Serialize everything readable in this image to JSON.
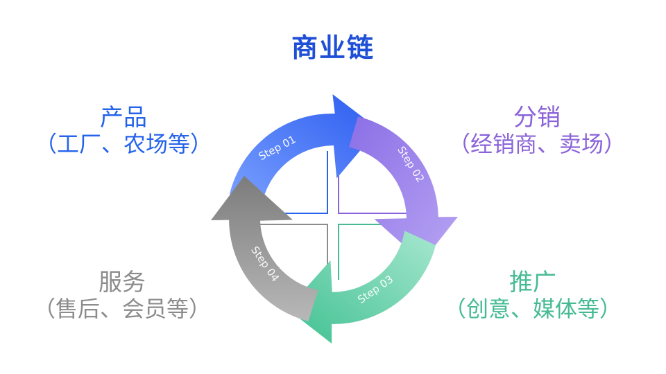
{
  "title": "商业链",
  "quadrants": {
    "top_left": {
      "line1": "产品",
      "line2": "（工厂、农场等）"
    },
    "top_right": {
      "line1": "分销",
      "line2": "（经销商、卖场）"
    },
    "bottom_left": {
      "line1": "服务",
      "line2": "（售后、会员等）"
    },
    "bottom_right": {
      "line1": "推广",
      "line2": "（创意、媒体等）"
    }
  },
  "steps": [
    "Step 01",
    "Step 02",
    "Step 03",
    "Step 04"
  ],
  "colors": {
    "title": "#1f4fd6",
    "product": "#2563eb",
    "distribution": "#8a63d8",
    "service": "#8c8c8c",
    "promotion": "#46bb93"
  }
}
